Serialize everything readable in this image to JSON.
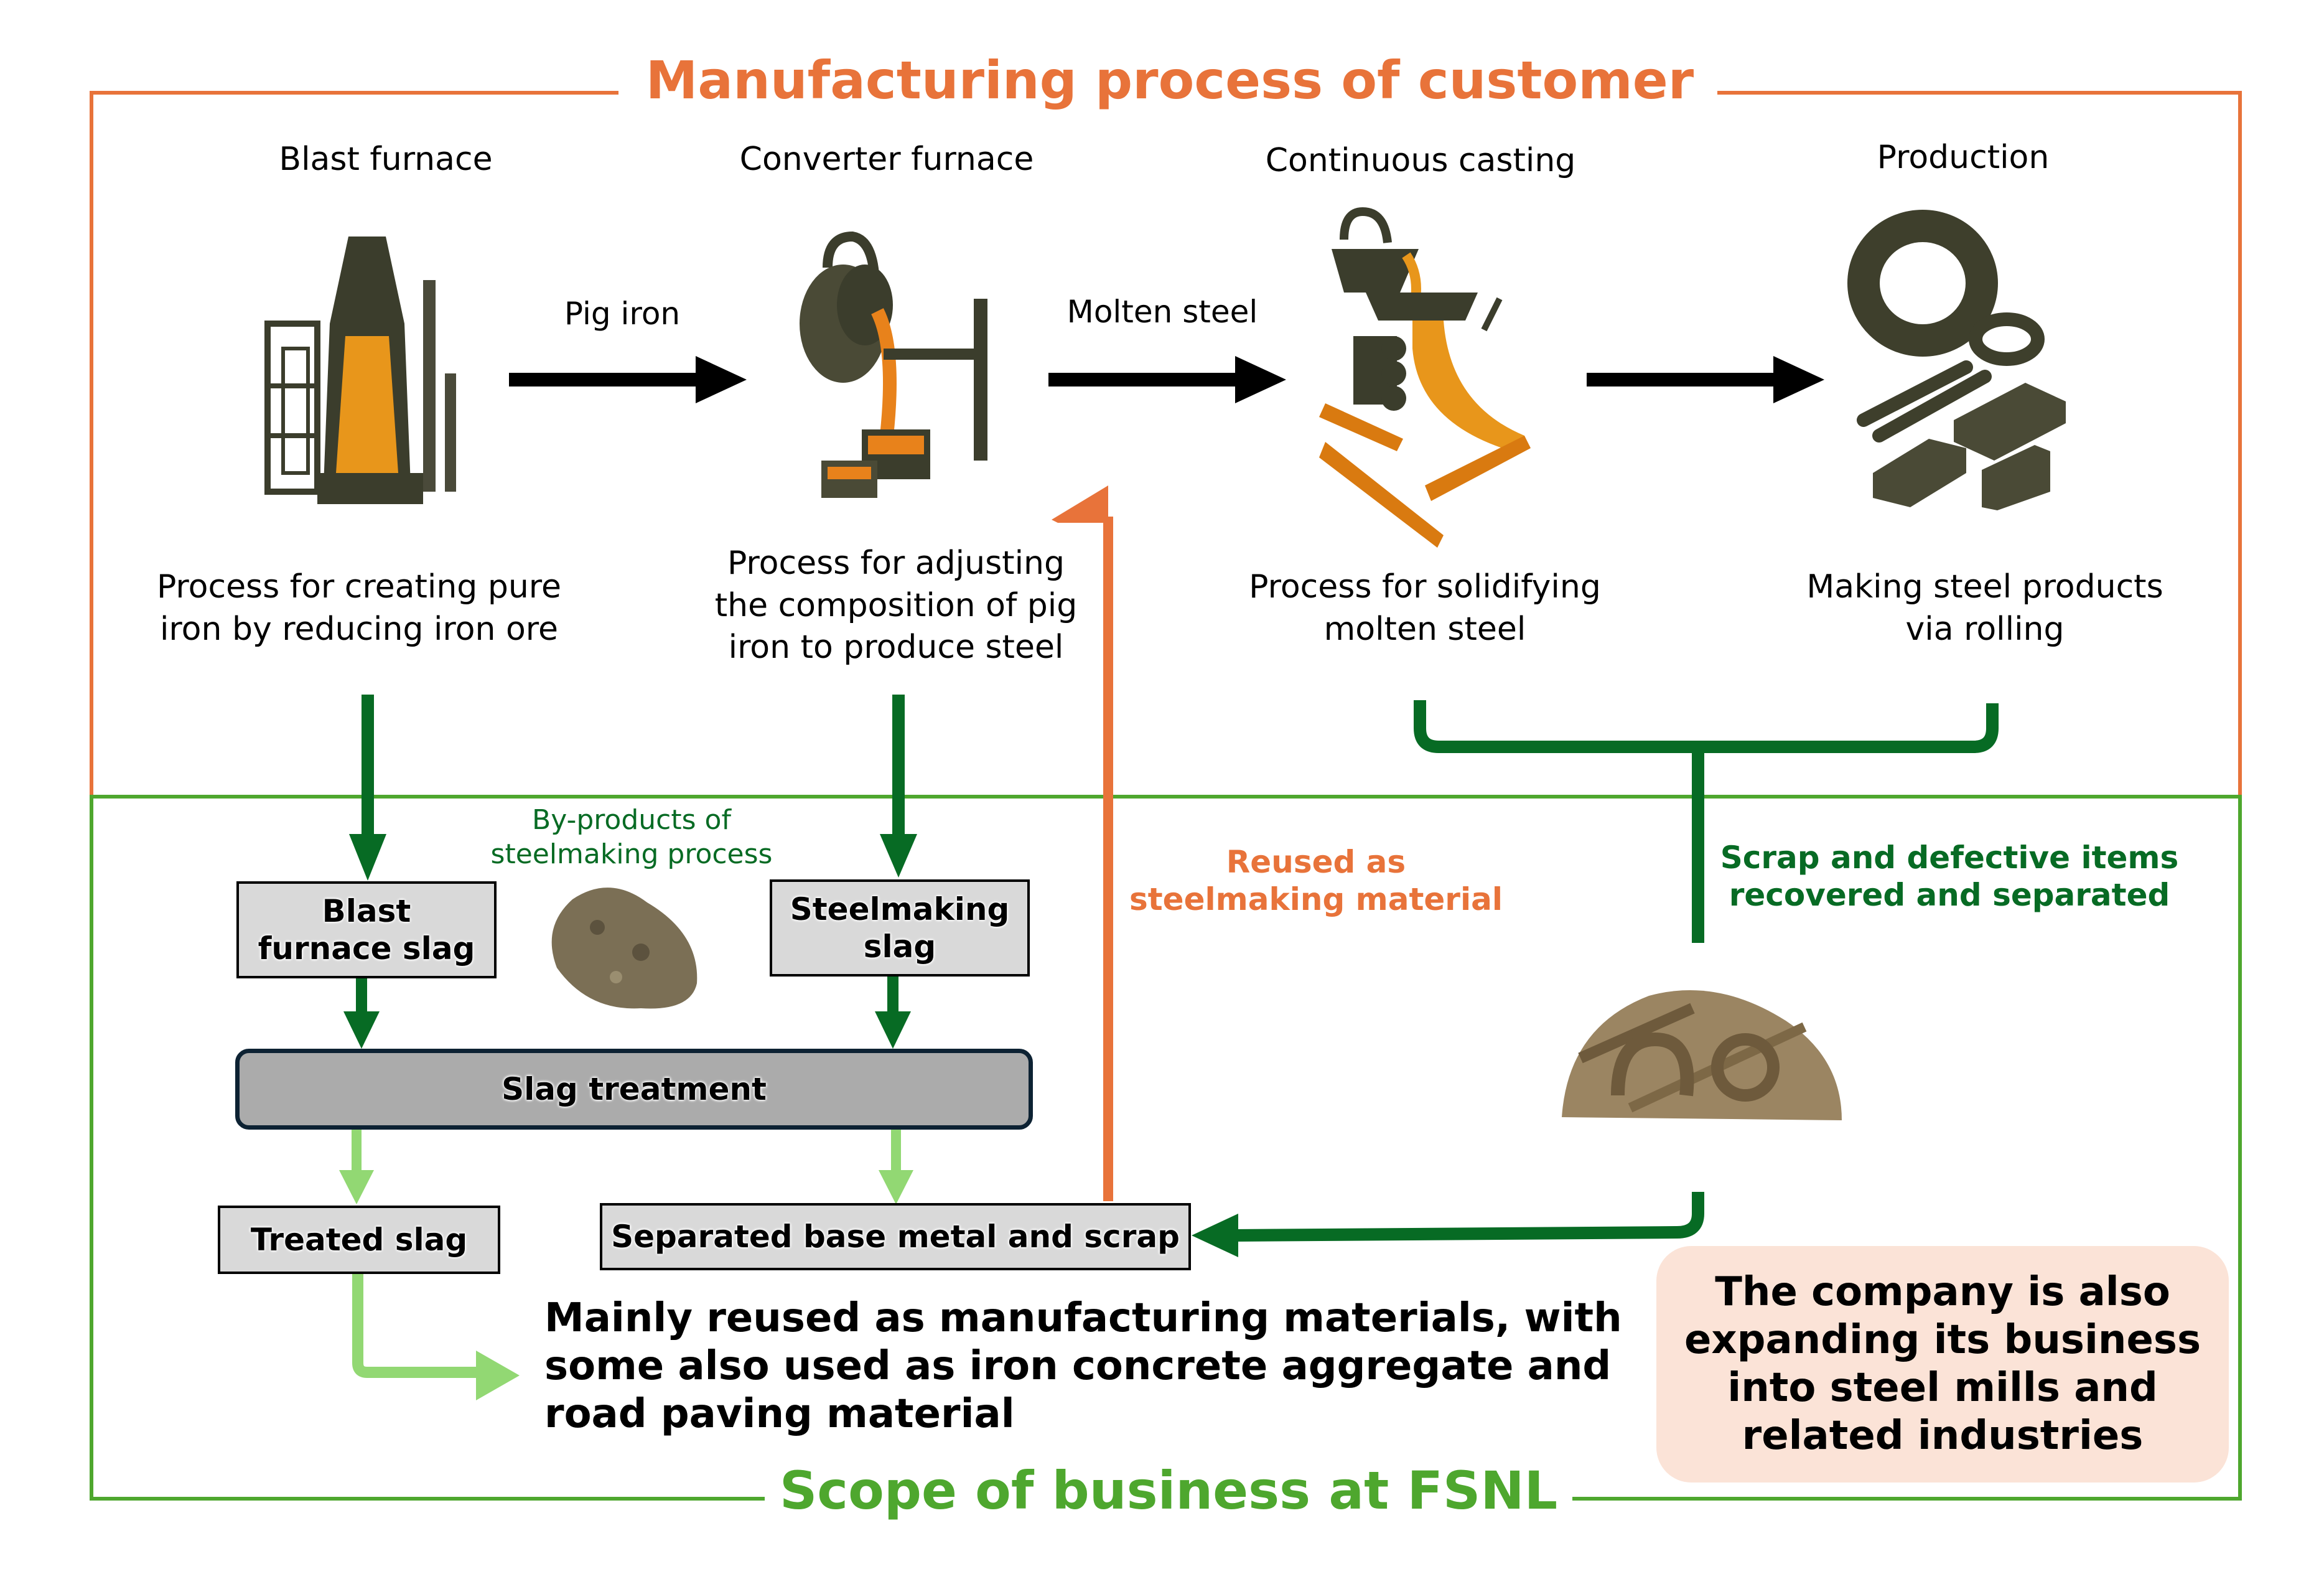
{
  "colors": {
    "orange": "#e8733a",
    "green_frame": "#4ea72e",
    "dark_green": "#076b24",
    "light_green": "#92d873",
    "box_gray": "#d9d9d9",
    "treatment_gray": "#ababab",
    "callout_bg": "#fbe3d7"
  },
  "top_section": {
    "title": "Manufacturing process of customer",
    "steps": [
      {
        "name": "Blast furnace",
        "icon": "blast-furnace-icon",
        "description": [
          "Process for creating pure",
          "iron by reducing iron ore"
        ]
      },
      {
        "name": "Converter furnace",
        "icon": "converter-furnace-icon",
        "description": [
          "Process for adjusting",
          "the composition of pig",
          "iron to produce steel"
        ]
      },
      {
        "name": "Continuous casting",
        "icon": "continuous-casting-icon",
        "description": [
          "Process for solidifying",
          "molten steel"
        ]
      },
      {
        "name": "Production",
        "icon": "steel-products-icon",
        "description": [
          "Making steel products",
          "via rolling"
        ]
      }
    ],
    "flows": [
      "Pig iron",
      "Molten steel",
      ""
    ]
  },
  "bottom_section": {
    "title": "Scope of business at FSNL",
    "byproducts_label": [
      "By-products of",
      "steelmaking process"
    ],
    "boxes": {
      "blast_furnace_slag": [
        "Blast",
        "furnace slag"
      ],
      "steelmaking_slag": [
        "Steelmaking",
        "slag"
      ],
      "slag_treatment": "Slag treatment",
      "treated_slag": "Treated slag",
      "separated_metal": "Separated base metal and scrap"
    },
    "reused_label": [
      "Reused as",
      "steelmaking material"
    ],
    "scrap_label": [
      "Scrap and defective items",
      "recovered and separated"
    ],
    "reuse_text": [
      "Mainly reused as manufacturing materials, with",
      "some also used as iron concrete aggregate and",
      "road paving material"
    ],
    "callout": [
      "The company is also",
      "expanding its business",
      "into steel mills and",
      "related industries"
    ]
  }
}
